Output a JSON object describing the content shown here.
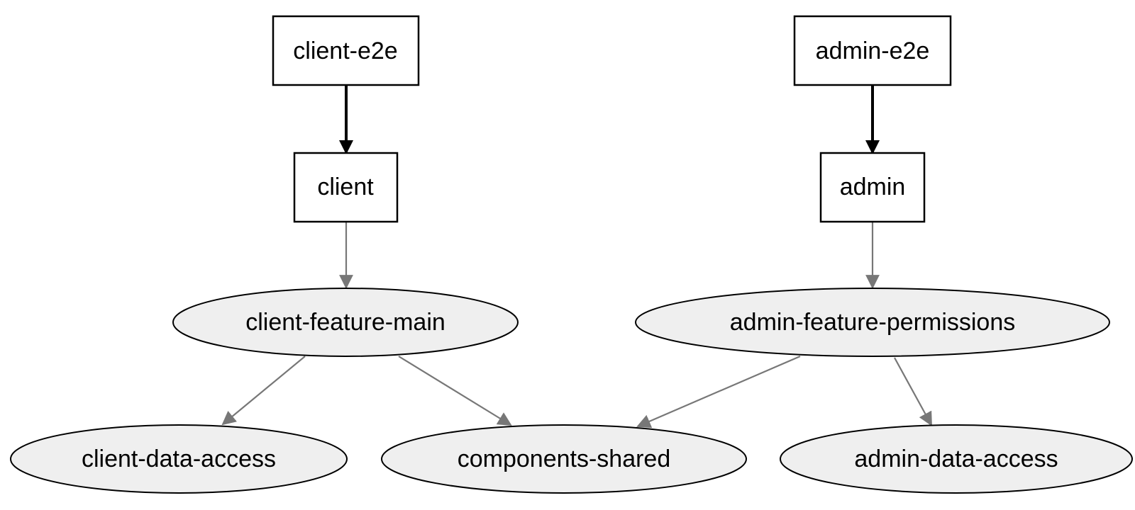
{
  "colors": {
    "background": "#ffffff",
    "box_fill": "#ffffff",
    "box_stroke": "#000000",
    "ellipse_fill": "#efefef",
    "ellipse_stroke": "#000000",
    "strong_edge": "#000000",
    "weak_edge": "#777777"
  },
  "nodes": {
    "client_e2e": {
      "label": "client-e2e",
      "shape": "box"
    },
    "admin_e2e": {
      "label": "admin-e2e",
      "shape": "box"
    },
    "client": {
      "label": "client",
      "shape": "box"
    },
    "admin": {
      "label": "admin",
      "shape": "box"
    },
    "client_feature_main": {
      "label": "client-feature-main",
      "shape": "ellipse"
    },
    "admin_feature_permissions": {
      "label": "admin-feature-permissions",
      "shape": "ellipse"
    },
    "client_data_access": {
      "label": "client-data-access",
      "shape": "ellipse"
    },
    "components_shared": {
      "label": "components-shared",
      "shape": "ellipse"
    },
    "admin_data_access": {
      "label": "admin-data-access",
      "shape": "ellipse"
    }
  },
  "edges": [
    {
      "from": "client-e2e",
      "to": "client",
      "style": "bold"
    },
    {
      "from": "admin-e2e",
      "to": "admin",
      "style": "bold"
    },
    {
      "from": "client",
      "to": "client-feature-main",
      "style": "normal"
    },
    {
      "from": "admin",
      "to": "admin-feature-permissions",
      "style": "normal"
    },
    {
      "from": "client-feature-main",
      "to": "client-data-access",
      "style": "normal"
    },
    {
      "from": "client-feature-main",
      "to": "components-shared",
      "style": "normal"
    },
    {
      "from": "admin-feature-permissions",
      "to": "components-shared",
      "style": "normal"
    },
    {
      "from": "admin-feature-permissions",
      "to": "admin-data-access",
      "style": "normal"
    }
  ]
}
